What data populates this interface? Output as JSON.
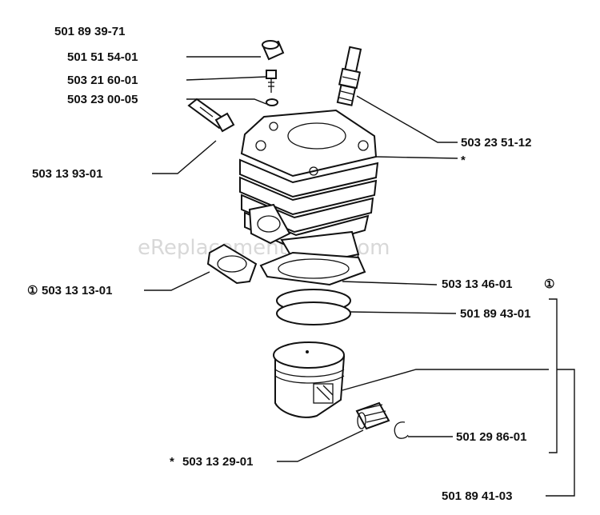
{
  "title": "501 89 39-71",
  "watermark": "eReplacementParts.com",
  "labels": {
    "plug_cap": "501 51 54-01",
    "screw": "503 21 60-01",
    "washer": "503 23 00-05",
    "decomp_valve": "503 13 93-01",
    "spark_plug": "503 23 51-12",
    "asterisk": "*",
    "gasket_left": "503 13 13-01",
    "gasket_right": "503 13 46-01",
    "ring": "501 89 43-01",
    "retainer": "501 29 86-01",
    "bearing": "503 13 29-01",
    "piston_kit": "501 89 41-03"
  },
  "markers": {
    "circle_one": "①",
    "asterisk": "*"
  }
}
